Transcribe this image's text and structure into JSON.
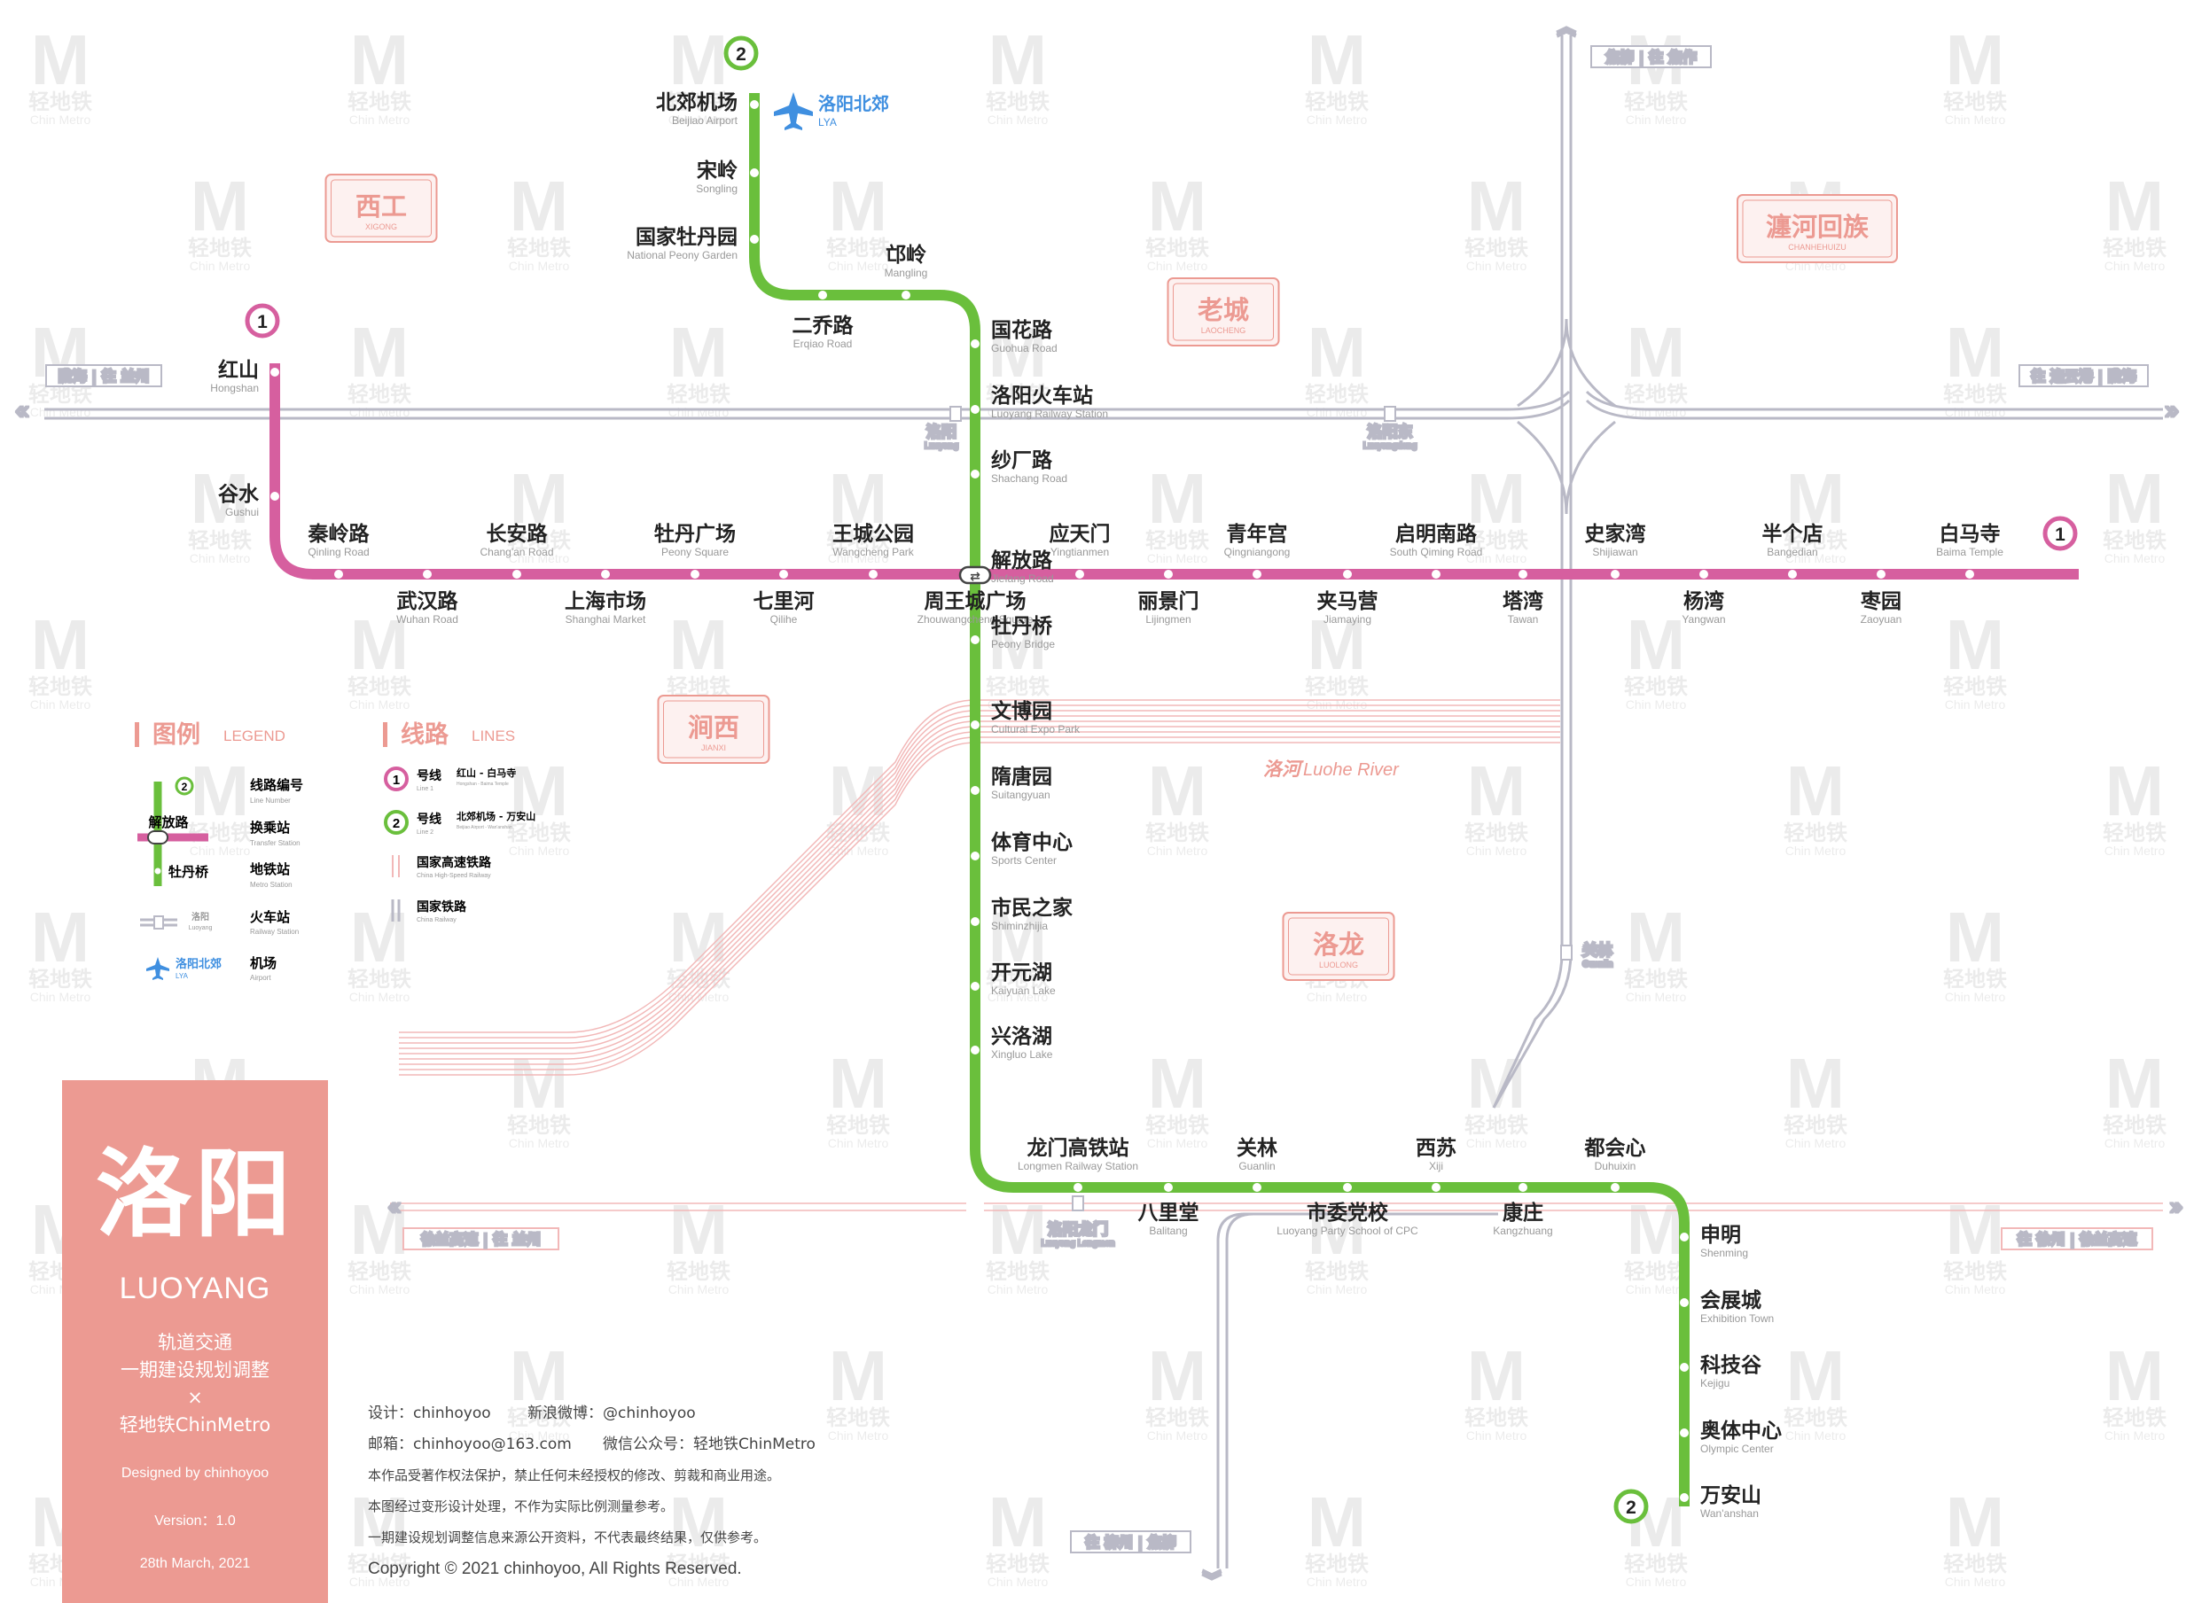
{
  "watermark": {
    "logo": "M",
    "cn": "轻地铁",
    "en": "Chin Metro"
  },
  "colors": {
    "line1": "#d65f9f",
    "line2": "#6abf3c",
    "rail": "#b9b9c6",
    "hsr": "#f2b8b8",
    "district": "#ec9a92",
    "airport": "#3f8fe0",
    "title_bg": "#ec9a92"
  },
  "title": {
    "city": "洛阳",
    "pinyin": "LUOYANG",
    "subtitle1": "轨道交通",
    "subtitle2": "一期建设规划调整",
    "times": "×",
    "brand": "轻地铁ChinMetro",
    "designed": "Designed by chinhoyoo",
    "version": "Version：1.0",
    "date": "28th March, 2021"
  },
  "credits": {
    "designer": "设计：chinhoyoo",
    "weibo": "新浪微博：@chinhoyoo",
    "email": "邮箱：chinhoyoo@163.com",
    "wechat": "微信公众号：轻地铁ChinMetro",
    "note1": "本作品受著作权法保护，禁止任何未经授权的修改、剪裁和商业用途。",
    "note2": "本图经过变形设计处理，不作为实际比例测量参考。",
    "note3": "一期建设规划调整信息来源公开资料，不代表最终结果，仅供参考。",
    "copyright": "Copyright © 2021 chinhoyoo, All Rights Reserved."
  },
  "legend": {
    "title_cn": "图例",
    "title_en": "LEGEND",
    "sample_badge": "2",
    "sample_station1": "解放路",
    "sample_station2": "牡丹桥",
    "line_number": "线路编号",
    "line_number_en": "Line Number",
    "transfer": "换乘站",
    "transfer_en": "Transfer Station",
    "metro": "地铁站",
    "metro_en": "Metro Station",
    "railway": "火车站",
    "railway_en": "Railway Station",
    "sample_rail_cn": "洛阳",
    "sample_rail_en": "Luoyang",
    "airport": "机场",
    "airport_en": "Airport",
    "sample_airport_cn": "洛阳北郊",
    "sample_airport_en": "LYA"
  },
  "lines_legend": {
    "title_cn": "线路",
    "title_en": "LINES",
    "l1_num": "1",
    "l1_label": "号线",
    "l1_en": "Line 1",
    "l1_route": "红山 - 白马寺",
    "l1_route_en": "Hongshan - Baima Temple",
    "l2_num": "2",
    "l2_label": "号线",
    "l2_en": "Line 2",
    "l2_route": "北郊机场 - 万安山",
    "l2_route_en": "Beijiao Airport - Wan'anshan",
    "hsr": "国家高速铁路",
    "hsr_en": "China High-Speed Railway",
    "rail": "国家铁路",
    "rail_en": "China Railway"
  },
  "districts": [
    {
      "cn": "西工",
      "en": "XIGONG"
    },
    {
      "cn": "老城",
      "en": "LAOCHENG"
    },
    {
      "cn": "瀍河回族",
      "en": "CHANHEHUIZU"
    },
    {
      "cn": "涧西",
      "en": "JIANXI"
    },
    {
      "cn": "洛龙",
      "en": "LUOLONG"
    }
  ],
  "river": {
    "cn": "洛河",
    "en": "Luohe River"
  },
  "line1": {
    "badge": "1",
    "stations": [
      {
        "cn": "红山",
        "en": "Hongshan"
      },
      {
        "cn": "谷水",
        "en": "Gushui"
      },
      {
        "cn": "秦岭路",
        "en": "Qinling Road"
      },
      {
        "cn": "武汉路",
        "en": "Wuhan Road"
      },
      {
        "cn": "长安路",
        "en": "Chang'an Road"
      },
      {
        "cn": "上海市场",
        "en": "Shanghai Market"
      },
      {
        "cn": "牡丹广场",
        "en": "Peony Square"
      },
      {
        "cn": "七里河",
        "en": "Qilihe"
      },
      {
        "cn": "王城公园",
        "en": "Wangcheng Park"
      },
      {
        "cn": "周王城广场",
        "en": "Zhouwangcheng Square"
      },
      {
        "cn": "应天门",
        "en": "Yingtianmen"
      },
      {
        "cn": "丽景门",
        "en": "Lijingmen"
      },
      {
        "cn": "青年宫",
        "en": "Qingniangong"
      },
      {
        "cn": "夹马营",
        "en": "Jiamaying"
      },
      {
        "cn": "启明南路",
        "en": "South Qiming Road"
      },
      {
        "cn": "塔湾",
        "en": "Tawan"
      },
      {
        "cn": "史家湾",
        "en": "Shijiawan"
      },
      {
        "cn": "杨湾",
        "en": "Yangwan"
      },
      {
        "cn": "半个店",
        "en": "Bangedian"
      },
      {
        "cn": "枣园",
        "en": "Zaoyuan"
      },
      {
        "cn": "白马寺",
        "en": "Baima Temple"
      }
    ]
  },
  "line2": {
    "badge": "2",
    "stations": [
      {
        "cn": "北郊机场",
        "en": "Beijiao Airport"
      },
      {
        "cn": "宋岭",
        "en": "Songling"
      },
      {
        "cn": "国家牡丹园",
        "en": "National Peony Garden"
      },
      {
        "cn": "邙岭",
        "en": "Mangling"
      },
      {
        "cn": "二乔路",
        "en": "Erqiao Road"
      },
      {
        "cn": "国花路",
        "en": "Guohua Road"
      },
      {
        "cn": "洛阳火车站",
        "en": "Luoyang Railway Station"
      },
      {
        "cn": "纱厂路",
        "en": "Shachang Road"
      },
      {
        "cn": "解放路",
        "en": "Jiefang Road"
      },
      {
        "cn": "牡丹桥",
        "en": "Peony Bridge"
      },
      {
        "cn": "文博园",
        "en": "Cultural Expo Park"
      },
      {
        "cn": "隋唐园",
        "en": "Suitangyuan"
      },
      {
        "cn": "体育中心",
        "en": "Sports Center"
      },
      {
        "cn": "市民之家",
        "en": "Shiminzhijia"
      },
      {
        "cn": "开元湖",
        "en": "Kaiyuan Lake"
      },
      {
        "cn": "兴洛湖",
        "en": "Xingluo Lake"
      },
      {
        "cn": "龙门高铁站",
        "en": "Longmen Railway Station"
      },
      {
        "cn": "八里堂",
        "en": "Balitang"
      },
      {
        "cn": "关林",
        "en": "Guanlin"
      },
      {
        "cn": "市委党校",
        "en": "Luoyang Party School of CPC"
      },
      {
        "cn": "西苏",
        "en": "Xiji"
      },
      {
        "cn": "康庄",
        "en": "Kangzhuang"
      },
      {
        "cn": "都会心",
        "en": "Duhuixin"
      },
      {
        "cn": "申明",
        "en": "Shenming"
      },
      {
        "cn": "会展城",
        "en": "Exhibition Town"
      },
      {
        "cn": "科技谷",
        "en": "Kejigu"
      },
      {
        "cn": "奥体中心",
        "en": "Olympic Center"
      },
      {
        "cn": "万安山",
        "en": "Wan'anshan"
      }
    ]
  },
  "airport": {
    "cn": "洛阳北郊",
    "en": "LYA"
  },
  "rail_stations": [
    {
      "cn": "洛阳",
      "en": "Luoyang"
    },
    {
      "cn": "洛阳东",
      "en": "Luoyangdong"
    },
    {
      "cn": "关林",
      "en": "Guanlin"
    },
    {
      "cn": "洛阳龙门",
      "en": "Luoyang Longmen"
    }
  ],
  "directions": {
    "north": "焦柳 | 往 焦作",
    "west": "陇海 | 往 兰州",
    "east": "往 连云港 | 陇海",
    "hsr_west": "徐兰高速 | 往 兰州",
    "hsr_east": "往 徐州 | 徐兰高速",
    "south": "往 柳州 | 焦柳"
  }
}
